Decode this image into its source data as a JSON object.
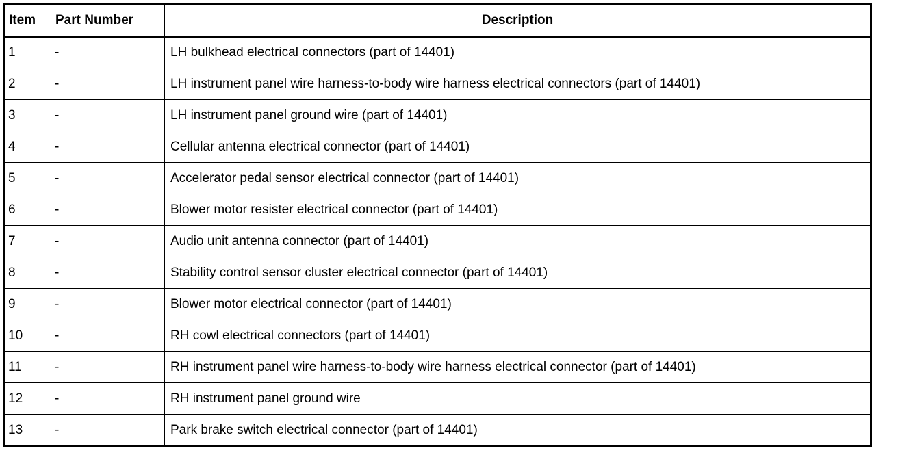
{
  "table": {
    "columns": [
      {
        "key": "item",
        "label": "Item",
        "align": "left"
      },
      {
        "key": "part_number",
        "label": "Part Number",
        "align": "left"
      },
      {
        "key": "description",
        "label": "Description",
        "align": "center"
      }
    ],
    "rows": [
      {
        "item": "1",
        "part_number": "-",
        "description": "LH bulkhead electrical connectors (part of 14401)"
      },
      {
        "item": "2",
        "part_number": "-",
        "description": "LH instrument panel wire harness-to-body wire harness electrical connectors (part of 14401)"
      },
      {
        "item": "3",
        "part_number": "-",
        "description": "LH instrument panel ground wire (part of 14401)"
      },
      {
        "item": "4",
        "part_number": "-",
        "description": "Cellular antenna electrical connector (part of 14401)"
      },
      {
        "item": "5",
        "part_number": "-",
        "description": "Accelerator pedal sensor electrical connector (part of 14401)"
      },
      {
        "item": "6",
        "part_number": "-",
        "description": "Blower motor resister electrical connector (part of 14401)"
      },
      {
        "item": "7",
        "part_number": "-",
        "description": "Audio unit antenna connector (part of 14401)"
      },
      {
        "item": "8",
        "part_number": "-",
        "description": "Stability control sensor cluster electrical connector (part of 14401)"
      },
      {
        "item": "9",
        "part_number": "-",
        "description": "Blower motor electrical connector (part of 14401)"
      },
      {
        "item": "10",
        "part_number": "-",
        "description": "RH cowl electrical connectors (part of 14401)"
      },
      {
        "item": "11",
        "part_number": "-",
        "description": "RH instrument panel wire harness-to-body wire harness electrical connector (part of 14401)"
      },
      {
        "item": "12",
        "part_number": "-",
        "description": "RH instrument panel ground wire"
      },
      {
        "item": "13",
        "part_number": "-",
        "description": "Park brake switch electrical connector (part of 14401)"
      }
    ]
  },
  "colors": {
    "text": "#000000",
    "background": "#ffffff",
    "border": "#000000"
  }
}
